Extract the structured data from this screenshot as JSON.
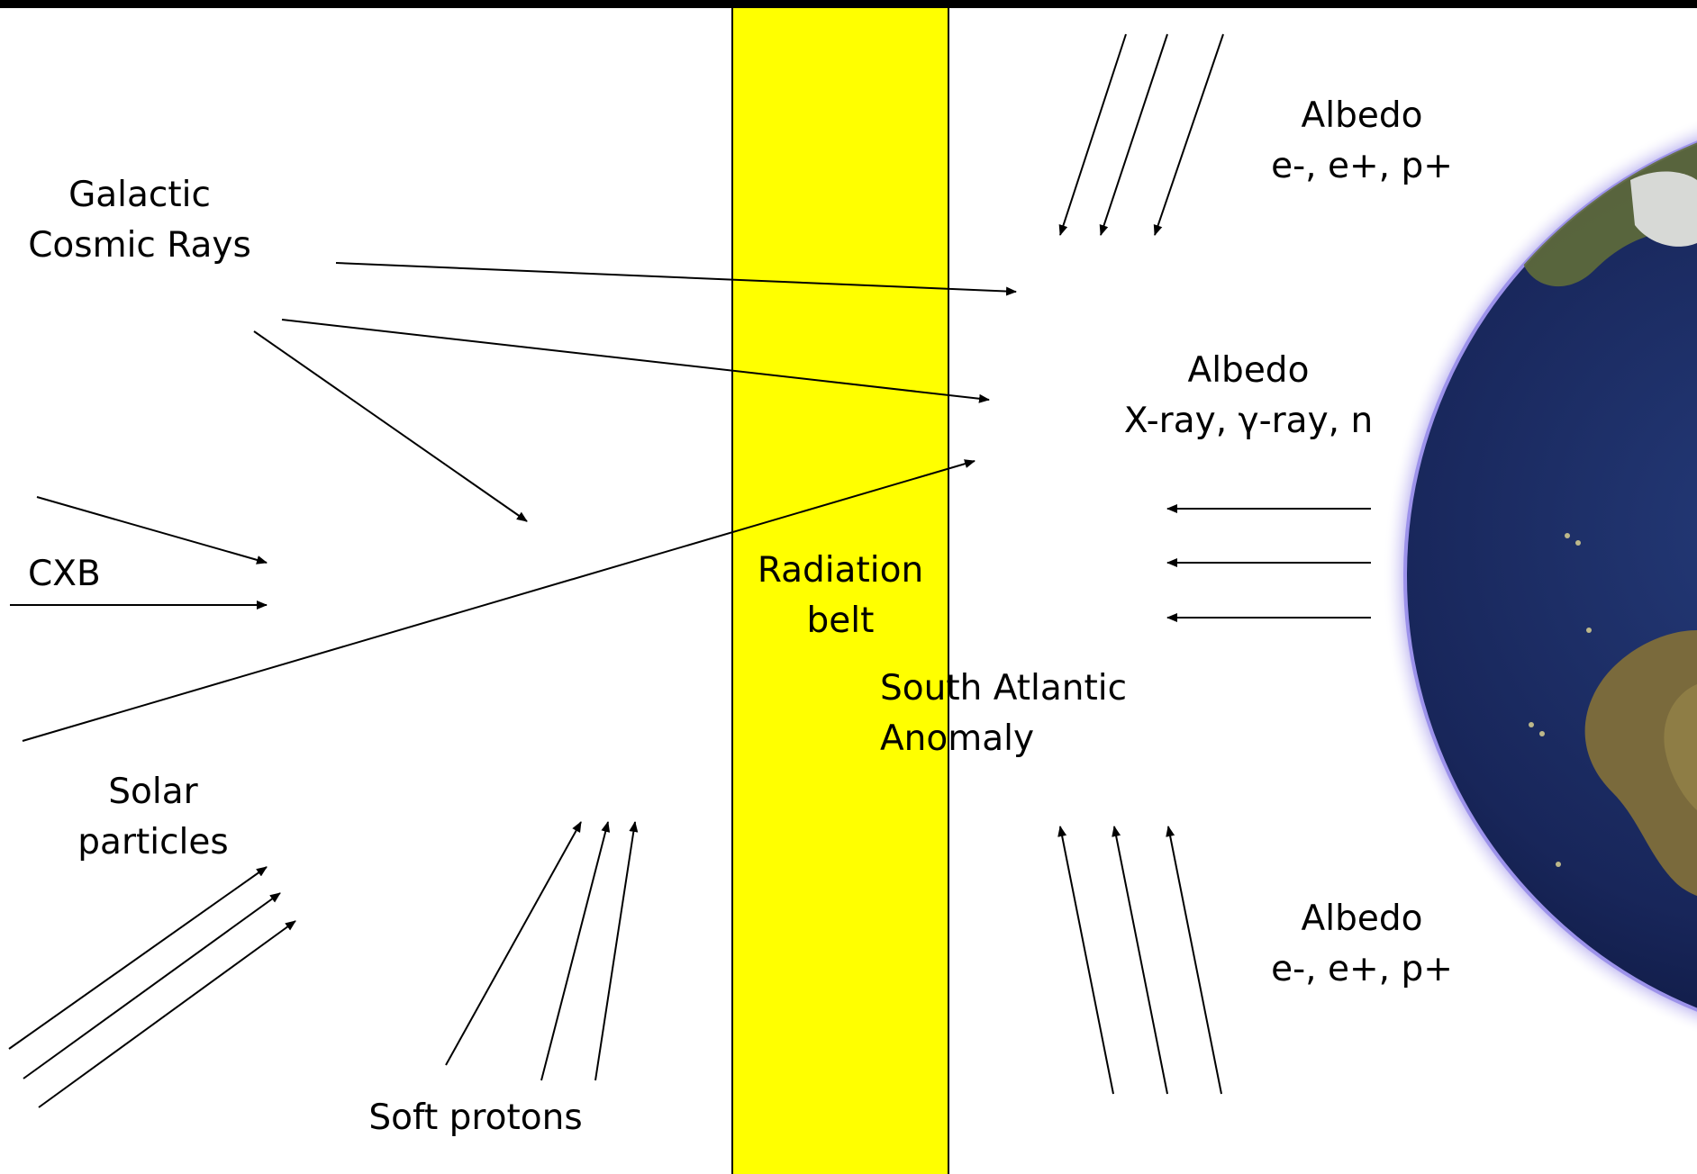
{
  "labels": {
    "gcr": {
      "line1": "Galactic",
      "line2": "Cosmic Rays"
    },
    "cxb": "CXB",
    "solar": {
      "line1": "Solar",
      "line2": "particles"
    },
    "soft_protons": "Soft protons",
    "radiation_belt": {
      "line1": "Radiation",
      "line2": "belt"
    },
    "saa": {
      "line1": "South Atlantic",
      "line2": "Anomaly"
    },
    "albedo_top": {
      "line1": "Albedo",
      "line2": "e-, e+, p+"
    },
    "albedo_mid": {
      "line1": "Albedo",
      "line2": "X-ray, γ-ray, n"
    },
    "albedo_bottom": {
      "line1": "Albedo",
      "line2": "e-, e+, p+"
    }
  },
  "colors": {
    "belt": "#ffff00",
    "arrow": "#000000",
    "earth_halo": "#8f82e6",
    "ocean": "#1a2a5c",
    "land": "#6b6a3e"
  },
  "icons": {
    "earth": "earth-globe-icon"
  }
}
